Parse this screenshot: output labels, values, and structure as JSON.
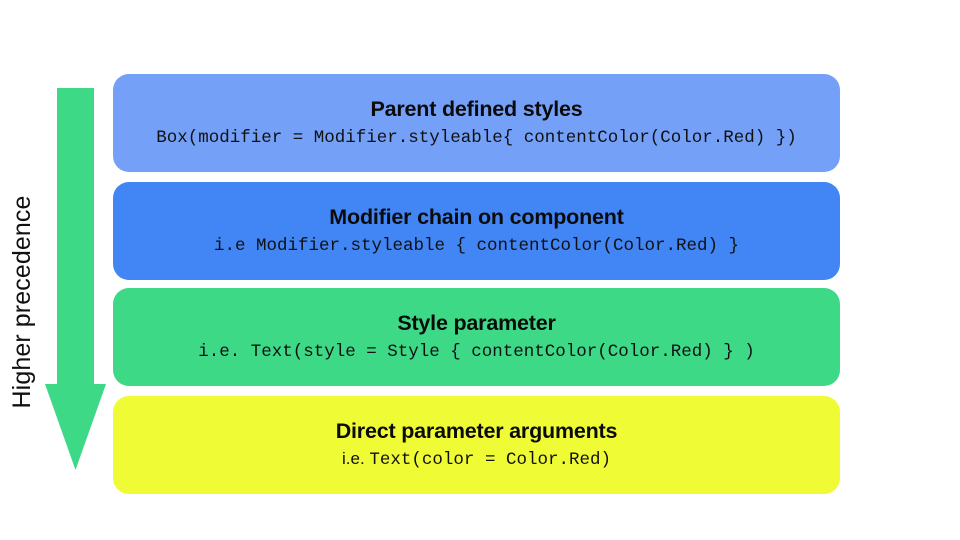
{
  "diagram": {
    "type": "precedence-stack",
    "axis": {
      "label": "Higher precedence",
      "direction": "downward",
      "arrow_color": "#3DD987"
    },
    "background_color": "#FFFFFF",
    "levels": [
      {
        "title": "Parent defined styles",
        "subtitle_prefix": "",
        "subtitle_code": "Box(modifier = Modifier.styleable{ contentColor(Color.Red) })",
        "color": "#74A0F8",
        "name": "parent-defined-styles"
      },
      {
        "title": "Modifier chain on component",
        "subtitle_prefix": "",
        "subtitle_code": "i.e Modifier.styleable { contentColor(Color.Red) }",
        "color": "#4285F4",
        "name": "modifier-chain-on-component"
      },
      {
        "title": "Style parameter",
        "subtitle_prefix": "",
        "subtitle_code": "i.e. Text(style = Style { contentColor(Color.Red) } )",
        "color": "#3DD987",
        "name": "style-parameter"
      },
      {
        "title": "Direct parameter arguments",
        "subtitle_prefix": "i.e.",
        "subtitle_code": "Text(color = Color.Red)",
        "color": "#EFFB35",
        "name": "direct-parameter-arguments"
      }
    ]
  }
}
